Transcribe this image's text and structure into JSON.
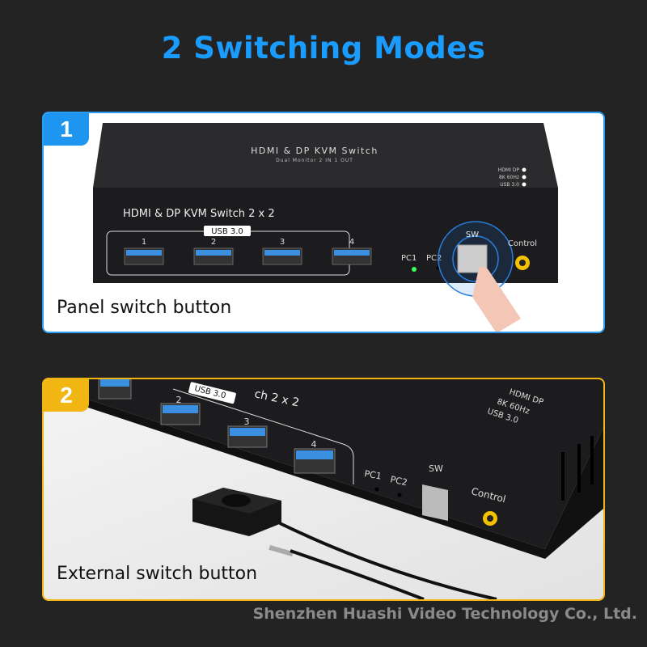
{
  "title": "2 Switching Modes",
  "colors": {
    "accent_blue": "#1a9cff",
    "accent_gold": "#f2b612",
    "background": "#232323"
  },
  "panels": [
    {
      "badge": "1",
      "caption": "Panel  switch button",
      "device": {
        "top_label": "HDMI & DP KVM Switch",
        "top_sublabel": "Dual Monitor 2 IN 1 OUT",
        "features": [
          "HDMI DP",
          "8K 60Hz",
          "USB 3.0"
        ],
        "front_label": "HDMI & DP KVM Switch 2 x 2",
        "usb_label": "USB 3.0",
        "ports": [
          "1",
          "2",
          "3",
          "4"
        ],
        "pc1": "PC1",
        "pc2": "PC2",
        "sw": "SW",
        "control": "Control"
      }
    },
    {
      "badge": "2",
      "caption": "External switch button",
      "device": {
        "front_label": "ch 2 x 2",
        "usb_label": "USB 3.0",
        "features": [
          "HDMI DP",
          "8K 60Hz",
          "USB 3.0"
        ],
        "ports": [
          "2",
          "3",
          "4"
        ],
        "pc1": "PC1",
        "pc2": "PC2",
        "sw": "SW",
        "control": "Control"
      }
    }
  ],
  "watermark": "Shenzhen Huashi Video Technology Co., Ltd."
}
